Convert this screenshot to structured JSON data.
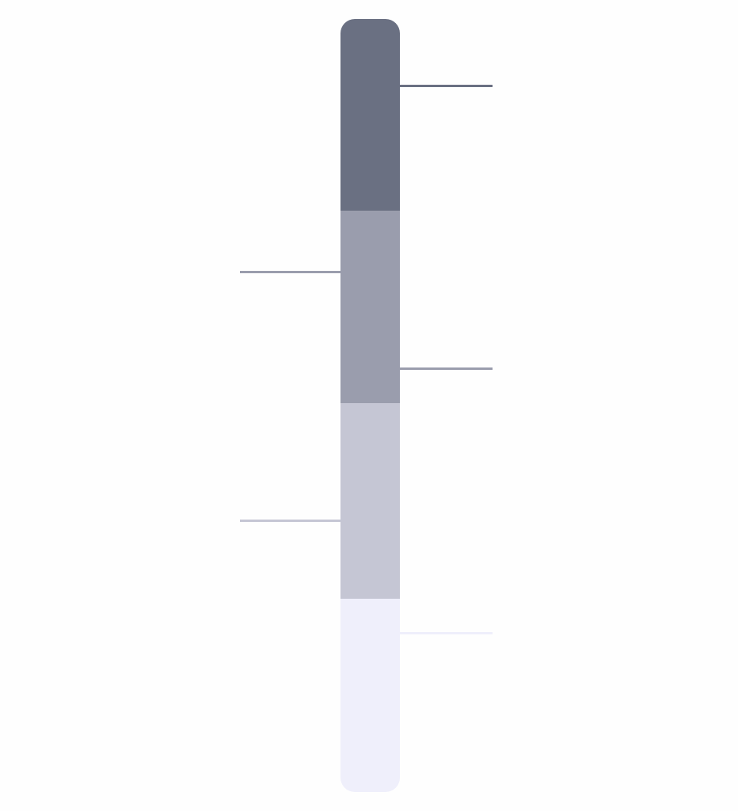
{
  "segments": [
    {
      "color": "#6a7082"
    },
    {
      "color": "#9a9dad"
    },
    {
      "color": "#c5c6d4"
    },
    {
      "color": "#efeffb"
    }
  ],
  "leader_lines": [
    {
      "side": "right",
      "segment": 0,
      "color": "#6a7082"
    },
    {
      "side": "left",
      "segment": 1,
      "color": "#9a9dad"
    },
    {
      "side": "right",
      "segment": 1,
      "color": "#9a9dad"
    },
    {
      "side": "left",
      "segment": 2,
      "color": "#c5c6d4"
    },
    {
      "side": "right",
      "segment": 3,
      "color": "#efeffb"
    }
  ]
}
